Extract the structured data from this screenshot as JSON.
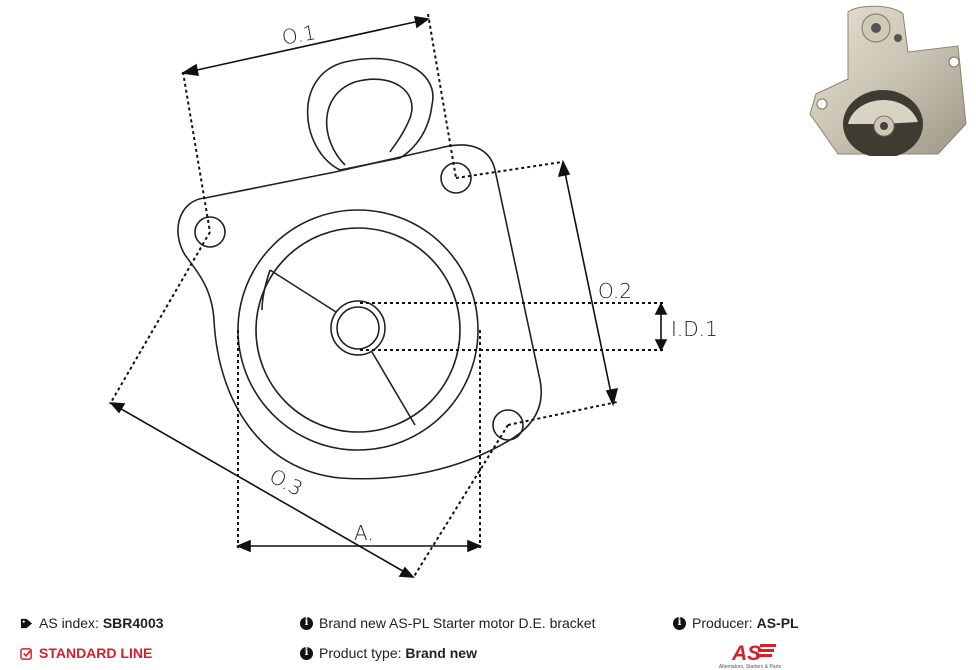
{
  "dimensions": {
    "o1": "O.1",
    "o2": "O.2",
    "o3": "O.3",
    "id1": "I.D.1",
    "a": "A."
  },
  "info": {
    "as_index_label": "AS index: ",
    "as_index_value": "SBR4003",
    "standard_line": "STANDARD LINE",
    "description": "Brand new AS-PL Starter motor D.E. bracket",
    "product_type_label": "Product type: ",
    "product_type_value": "Brand new",
    "producer_label": "Producer: ",
    "producer_value": "AS-PL"
  },
  "logo": {
    "text": "AS",
    "tagline": "Alternators, Starters & Parts",
    "color": "#d5202a"
  },
  "icons": {
    "as_index": "tag-icon",
    "standard_line": "checkbox-icon",
    "info": "info-circle-icon"
  }
}
